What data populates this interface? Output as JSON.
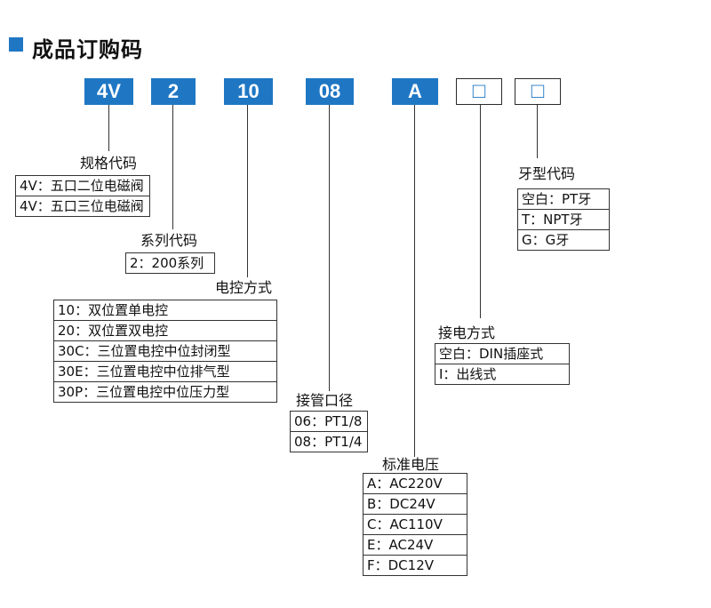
{
  "header": {
    "title": "成品订购码"
  },
  "codes": [
    {
      "text": "4V"
    },
    {
      "text": "2"
    },
    {
      "text": "10"
    },
    {
      "text": "08"
    },
    {
      "text": "A"
    },
    {
      "text": "□"
    },
    {
      "text": "□"
    }
  ],
  "groups": {
    "spec": {
      "label": "规格代码",
      "options": [
        "4V：五口二位电磁阀",
        "4V：五口三位电磁阀"
      ]
    },
    "series": {
      "label": "系列代码",
      "options": [
        "2：200系列"
      ]
    },
    "control": {
      "label": "电控方式",
      "options": [
        "10：双位置单电控",
        "20：双位置双电控",
        "30C：三位置电控中位封闭型",
        "30E：三位置电控中位排气型",
        "30P：三位置电控中位压力型"
      ]
    },
    "port": {
      "label": "接管口径",
      "options": [
        "06：PT1/8",
        "08：PT1/4"
      ]
    },
    "voltage": {
      "label": "标准电压",
      "options": [
        "A：AC220V",
        "B：DC24V",
        "C：AC110V",
        "E：AC24V",
        "F：DC12V"
      ]
    },
    "wiring": {
      "label": "接电方式",
      "options": [
        "空白：DIN插座式",
        "I：出线式"
      ]
    },
    "thread": {
      "label": "牙型代码",
      "options": [
        "空白：PT牙",
        "T：NPT牙",
        "G：G牙"
      ]
    }
  },
  "colors": {
    "accent": "#1f77c4",
    "line": "#333333"
  }
}
